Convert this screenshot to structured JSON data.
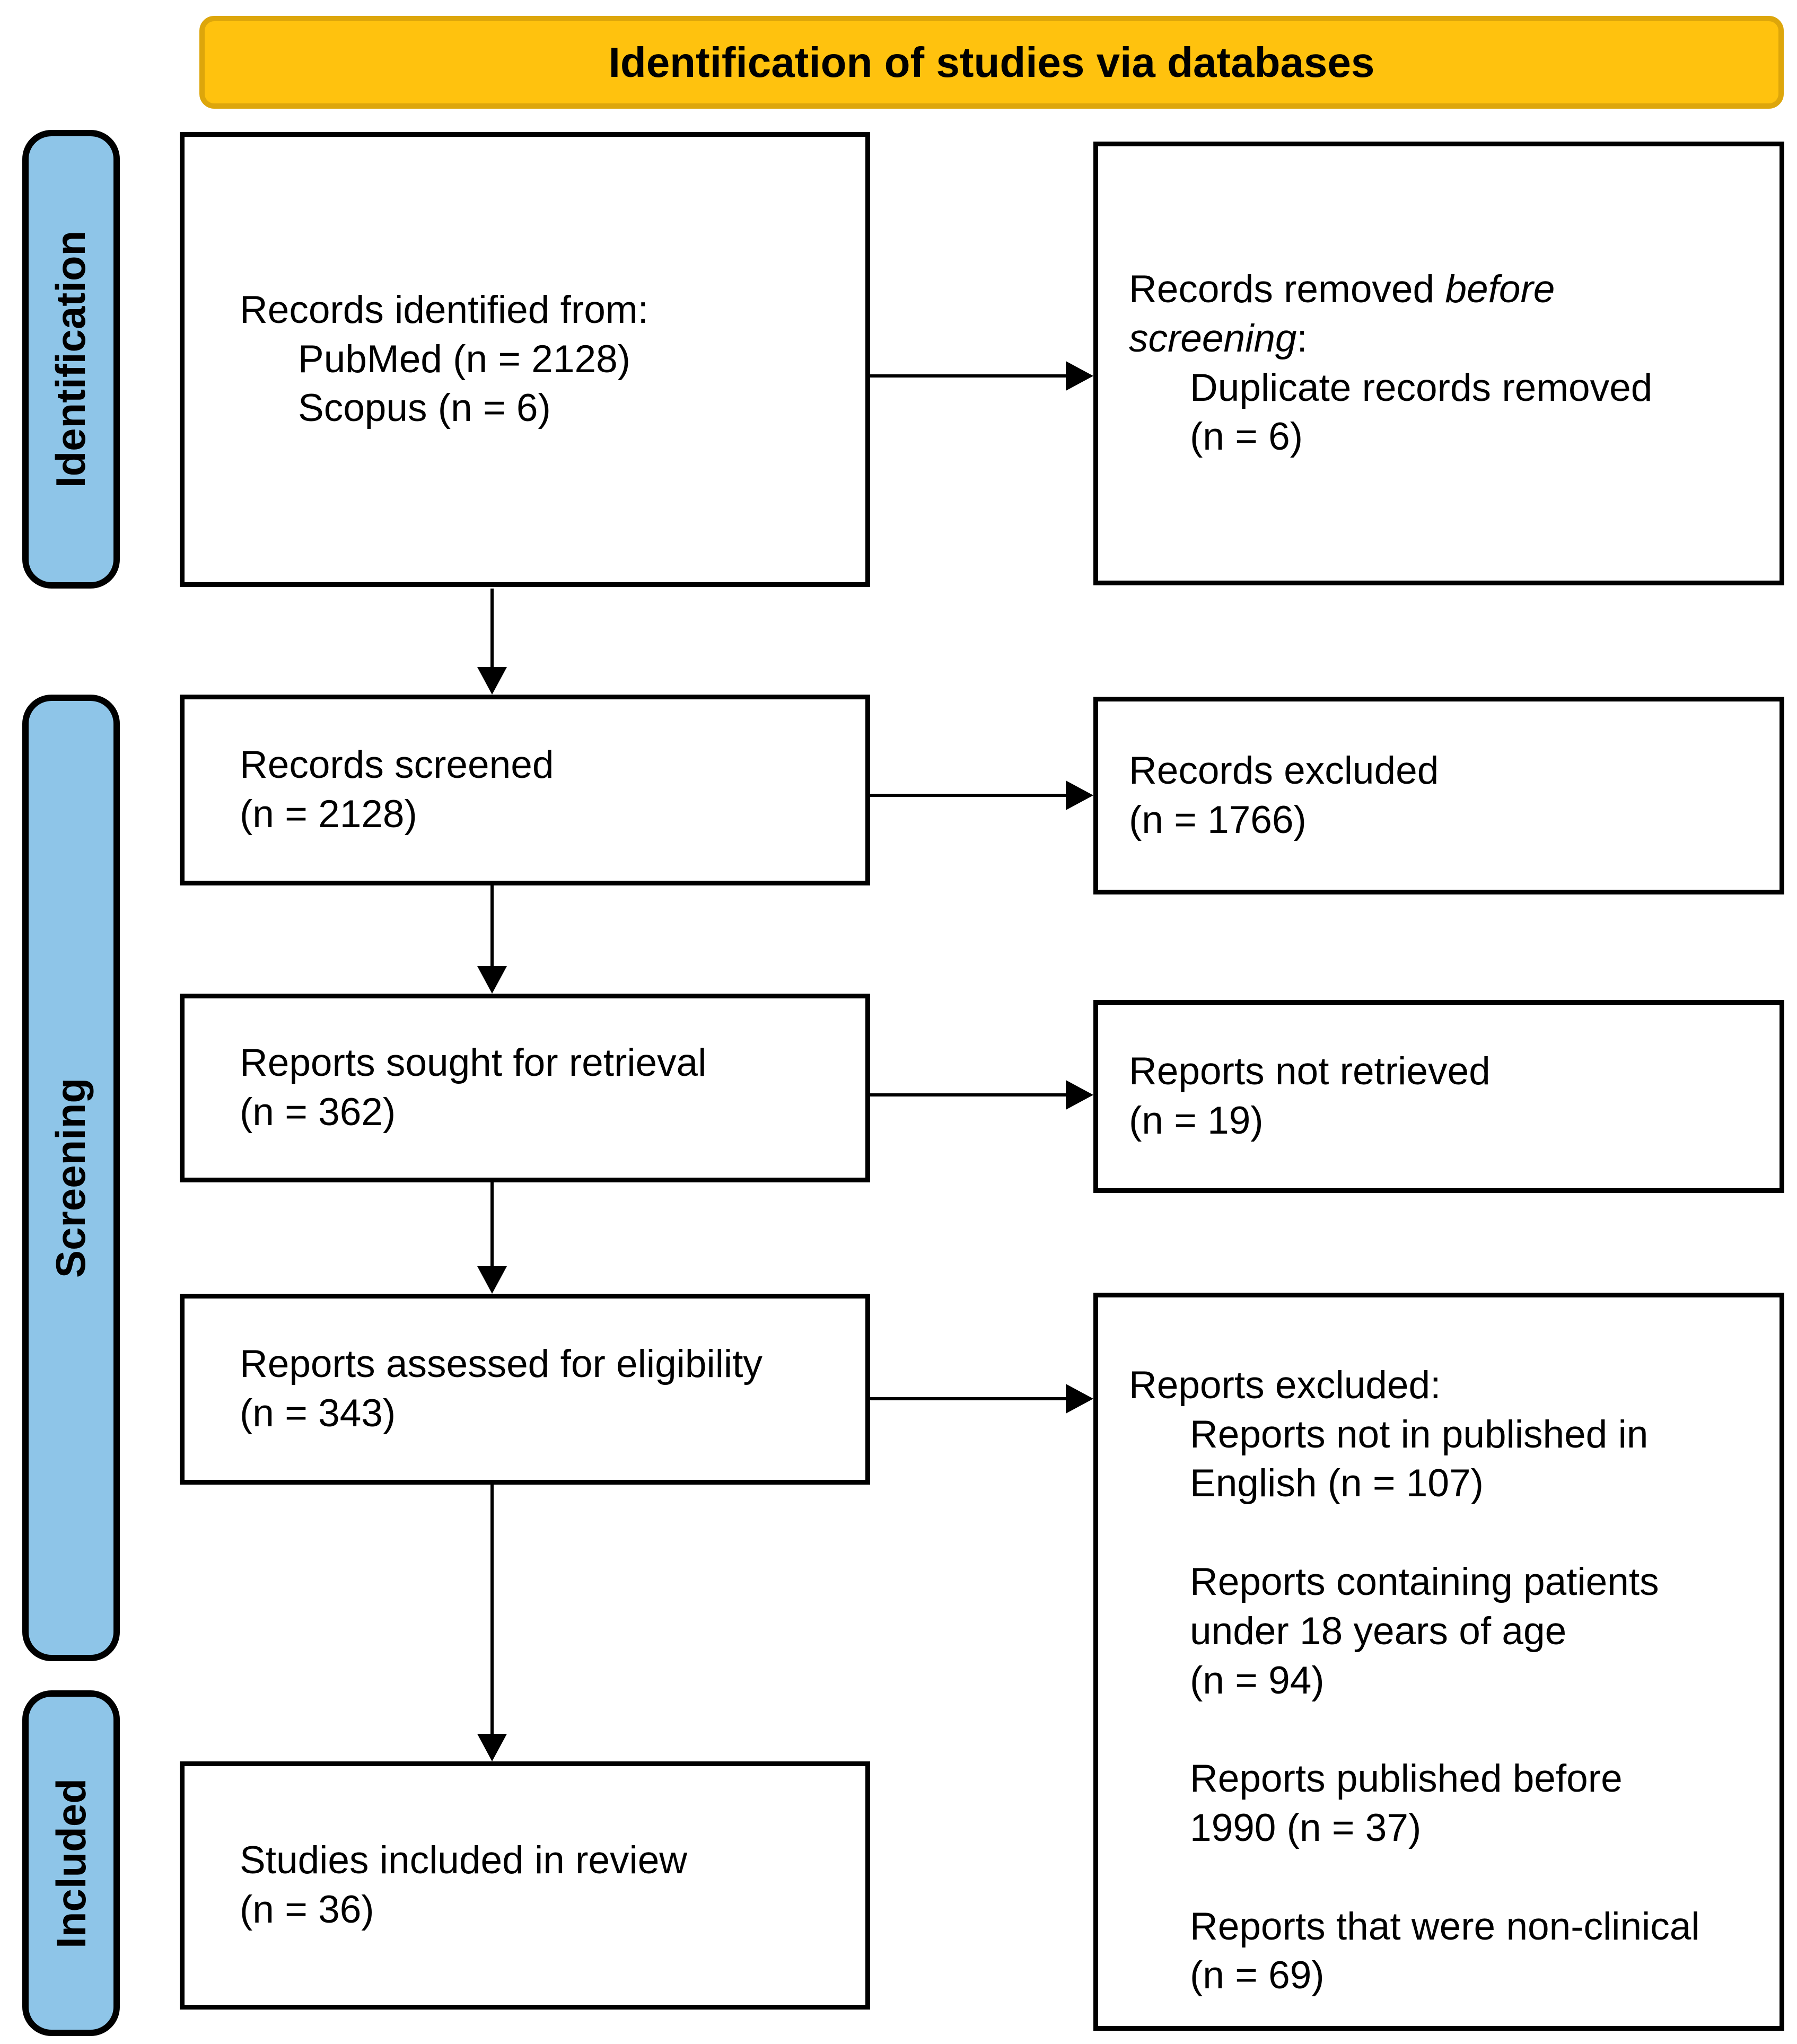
{
  "header": {
    "title": "Identification of studies via databases"
  },
  "stages": [
    {
      "label": "Identification"
    },
    {
      "label": "Screening"
    },
    {
      "label": "Included"
    }
  ],
  "boxes": {
    "records_identified": {
      "title": "Records identified from:",
      "items": [
        "PubMed (n = 2128)",
        "Scopus (n = 6)"
      ]
    },
    "records_removed": {
      "title_prefix": "Records removed ",
      "title_italic": "before\nscreening",
      "title_suffix": ":",
      "items": [
        "Duplicate records removed\n(n = 6)"
      ]
    },
    "records_screened": {
      "text": "Records screened\n(n = 2128)"
    },
    "records_excluded": {
      "text": "Records excluded\n(n = 1766)"
    },
    "reports_sought": {
      "text": "Reports sought for retrieval\n(n = 362)"
    },
    "reports_not_retrieved": {
      "text": "Reports not retrieved\n(n = 19)"
    },
    "reports_assessed": {
      "text": "Reports assessed for eligibility\n(n = 343)"
    },
    "reports_excluded": {
      "title": "Reports excluded:",
      "items": [
        "Reports not in published in\nEnglish (n = 107)",
        "Reports containing patients\nunder 18 years of age\n(n = 94)",
        "Reports published before\n1990 (n = 37)",
        "Reports that were non-clinical\n(n = 69)"
      ]
    },
    "studies_included": {
      "text": "Studies included in review\n(n = 36)"
    }
  },
  "colors": {
    "banner_fill": "#FFC20E",
    "banner_border": "#DDA60B",
    "stage_fill": "#8EC5E8",
    "box_border": "#000000",
    "background": "#FFFFFF"
  }
}
